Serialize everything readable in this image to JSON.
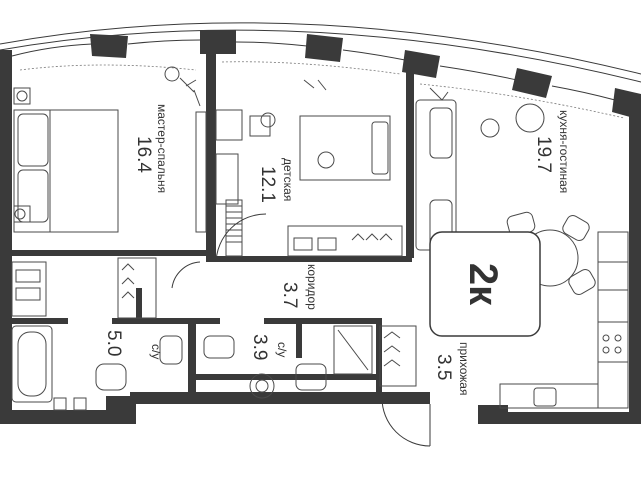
{
  "badge": {
    "label": "2к"
  },
  "rooms": [
    {
      "id": "master-bedroom",
      "name": "мастер-спальня",
      "area": "16.4"
    },
    {
      "id": "kids-room",
      "name": "детская",
      "area": "12.1"
    },
    {
      "id": "kitchen-living",
      "name": "кухня-гостиная",
      "area": "19.7"
    },
    {
      "id": "corridor",
      "name": "коридор",
      "area": "3.7"
    },
    {
      "id": "bathroom-1",
      "name": "с/у",
      "area": "5.0"
    },
    {
      "id": "bathroom-2",
      "name": "с/у",
      "area": "3.9"
    },
    {
      "id": "hallway",
      "name": "прихожая",
      "area": "3.5"
    }
  ],
  "colors": {
    "wall": "#3a3a3a",
    "line": "#4a4a4a",
    "background": "#ffffff"
  }
}
